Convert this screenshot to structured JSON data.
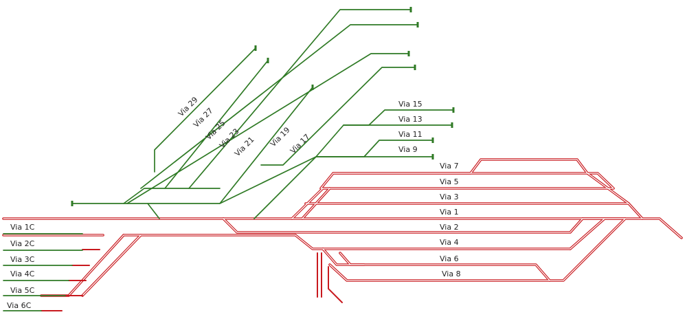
{
  "tracks": {
    "main": [
      "Via 1",
      "Via 2",
      "Via 3",
      "Via 4",
      "Via 5",
      "Via 6",
      "Via 7",
      "Via 8"
    ],
    "c": [
      "Via 1C",
      "Via 2C",
      "Via 3C",
      "Via 4C",
      "Via 5C",
      "Via 6C"
    ],
    "right": [
      "Via 9",
      "Via 11",
      "Via 13",
      "Via 15"
    ],
    "diag": [
      "Via 17",
      "Via 19",
      "Via 21",
      "Via 23",
      "Via 25",
      "Via 27",
      "Via 29"
    ]
  },
  "colors": {
    "red": "#c8191e",
    "green": "#2f7a25"
  }
}
